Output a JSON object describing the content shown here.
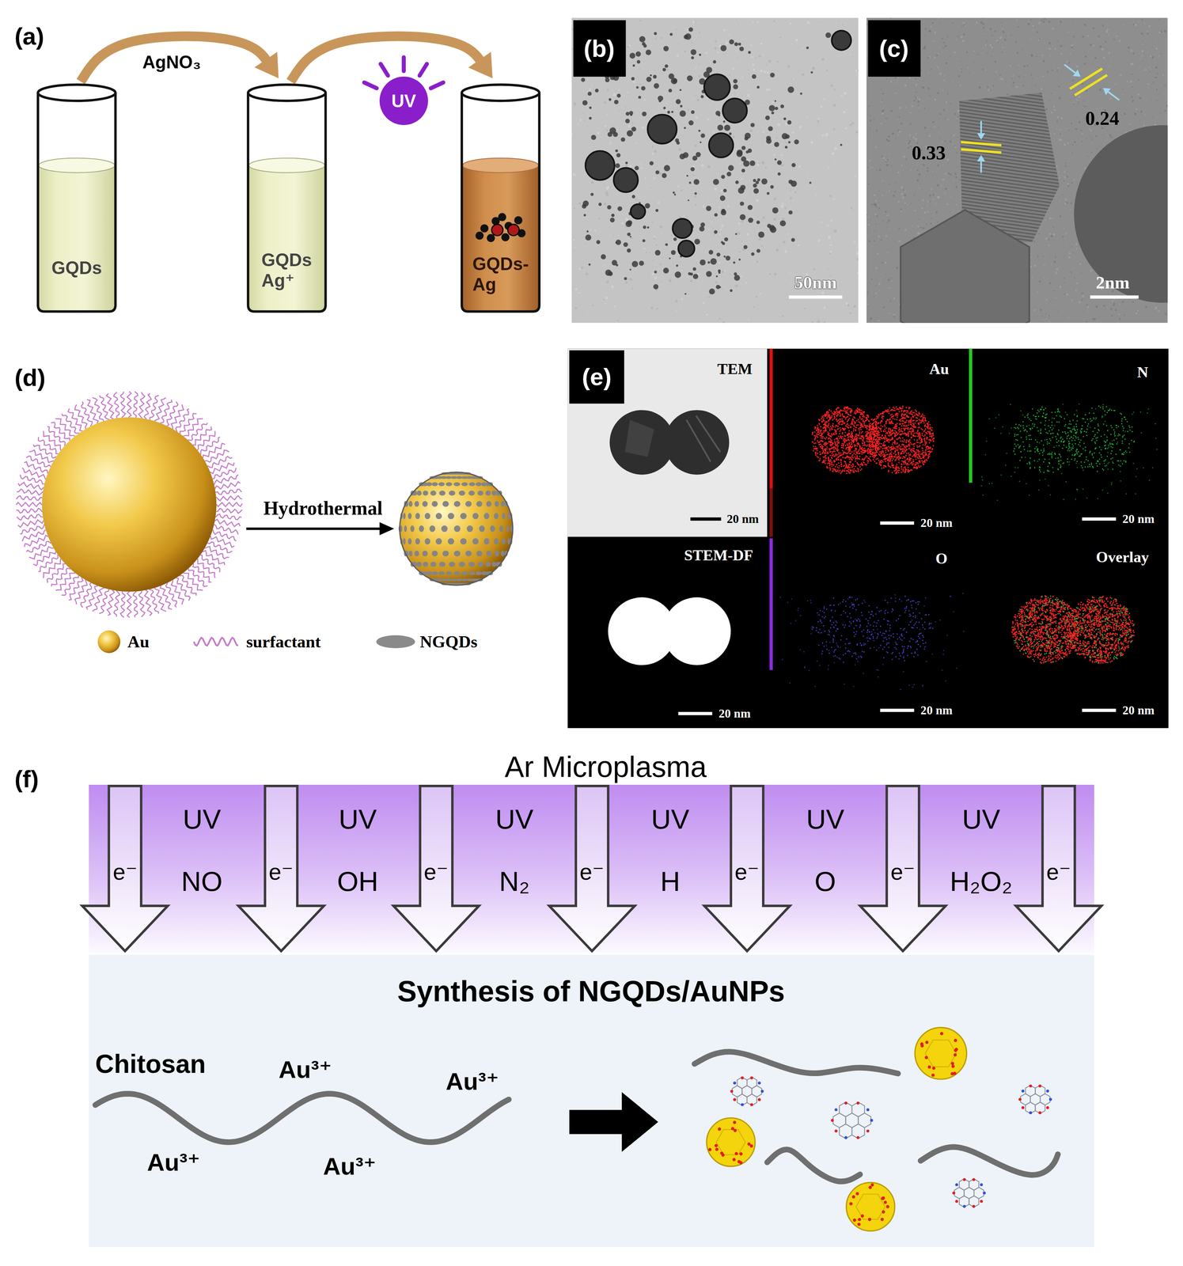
{
  "diagram": {
    "nodes": [
      {
        "text": [
          "GQDs"
        ]
      },
      {
        "text": [
          "GQDs Ag⁺"
        ]
      },
      {
        "text": [
          "UV"
        ]
      },
      {
        "text": [
          "GQDs- Ag"
        ]
      },
      {
        "text": [
          "Ar Microplasma"
        ]
      },
      {
        "text": [
          "e⁻"
        ]
      },
      {
        "text": [
          "e⁻"
        ]
      },
      {
        "text": [
          "e⁻"
        ]
      },
      {
        "text": [
          "e⁻"
        ]
      },
      {
        "text": [
          "e⁻"
        ]
      },
      {
        "text": [
          "e⁻"
        ]
      },
      {
        "text": [
          "e⁻"
        ]
      },
      {
        "text": [
          "Synthesis of NGQDs/AuNPs"
        ]
      }
    ],
    "edges": [
      {
        "from": 0,
        "to": 1,
        "label": "AgNO₃",
        "arrow": "to"
      },
      {
        "from": 1,
        "to": 3,
        "arrow": "to"
      }
    ],
    "labels": [
      "(a)",
      "(b)",
      "50nm",
      "(c)",
      "0.33",
      "0.24",
      "2nm",
      "(d)",
      "Hydrothermal",
      "(e)",
      "TEM",
      "Au",
      "N",
      "STEM-DF",
      "O",
      "Overlay",
      "20 nm",
      "20 nm",
      "20 nm",
      "20 nm",
      "20 nm",
      "20 nm",
      "(f)",
      "UV",
      "UV",
      "UV",
      "UV",
      "UV",
      "UV",
      "NO",
      "OH",
      "N₂",
      "H",
      "O",
      "H₂O₂",
      "Chitosan",
      "Au³⁺",
      "Au³⁺",
      "Au³⁺",
      "Au³⁺"
    ],
    "legend": [
      {
        "text": "Au"
      },
      {
        "text": "surfactant"
      },
      {
        "text": "NGQDs"
      }
    ]
  }
}
